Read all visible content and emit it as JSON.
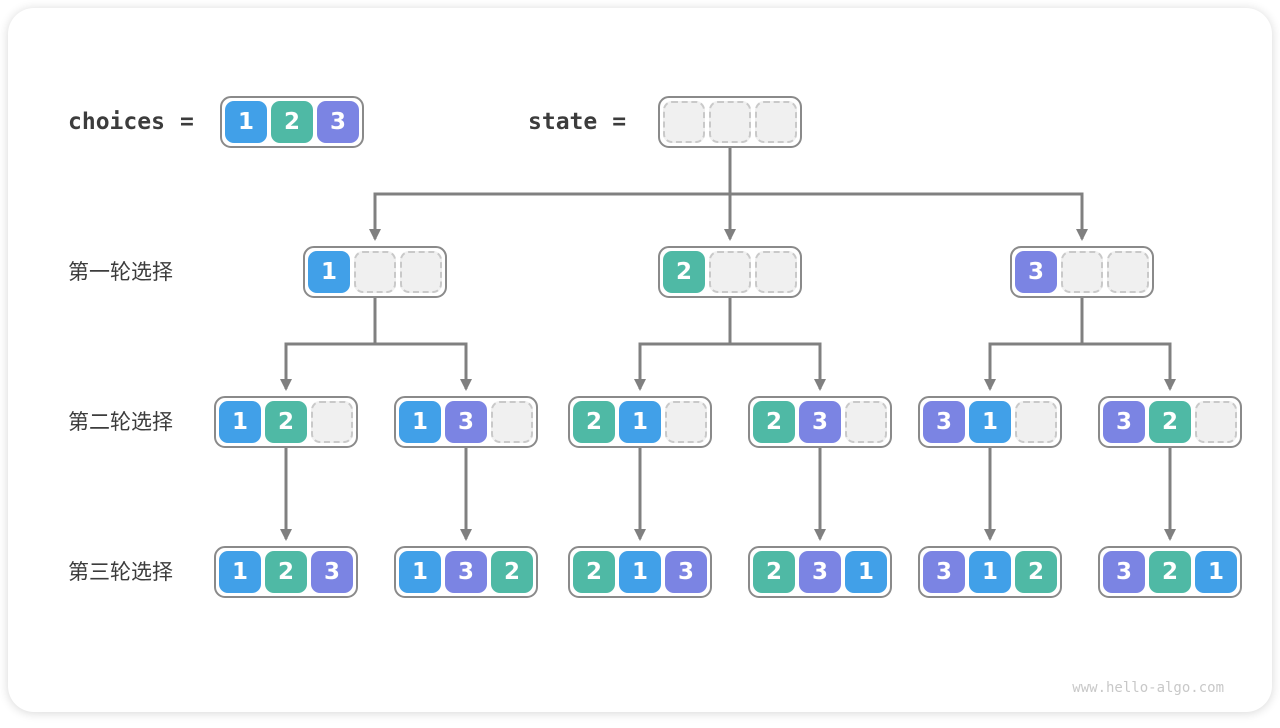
{
  "header": {
    "choices_label": "choices",
    "choices_equals": "=",
    "choices_cells": [
      "1",
      "2",
      "3"
    ],
    "state_label": "state",
    "state_equals": "=",
    "state_cells": [
      "",
      "",
      ""
    ]
  },
  "tree": {
    "levels": [
      {
        "label": "第一轮选择",
        "boxes": [
          [
            "1",
            "",
            ""
          ],
          [
            "2",
            "",
            ""
          ],
          [
            "3",
            "",
            ""
          ]
        ]
      },
      {
        "label": "第二轮选择",
        "boxes": [
          [
            "1",
            "2",
            ""
          ],
          [
            "1",
            "3",
            ""
          ],
          [
            "2",
            "1",
            ""
          ],
          [
            "2",
            "3",
            ""
          ],
          [
            "3",
            "1",
            ""
          ],
          [
            "3",
            "2",
            ""
          ]
        ]
      },
      {
        "label": "第三轮选择",
        "boxes": [
          [
            "1",
            "2",
            "3"
          ],
          [
            "1",
            "3",
            "2"
          ],
          [
            "2",
            "1",
            "3"
          ],
          [
            "2",
            "3",
            "1"
          ],
          [
            "3",
            "1",
            "2"
          ],
          [
            "3",
            "2",
            "1"
          ]
        ]
      }
    ]
  },
  "colors": {
    "blue": "#41a0e8",
    "teal": "#4fb9a5",
    "purple": "#7b84e3",
    "empty": "#f0f0f0",
    "emptyborder": "#c9c9c9",
    "boxborder": "#8a8a8a",
    "arrow": "#808080",
    "label": "#3c3c3c",
    "watermark": "#c8c8c8"
  },
  "watermark": "www.hello-algo.com"
}
